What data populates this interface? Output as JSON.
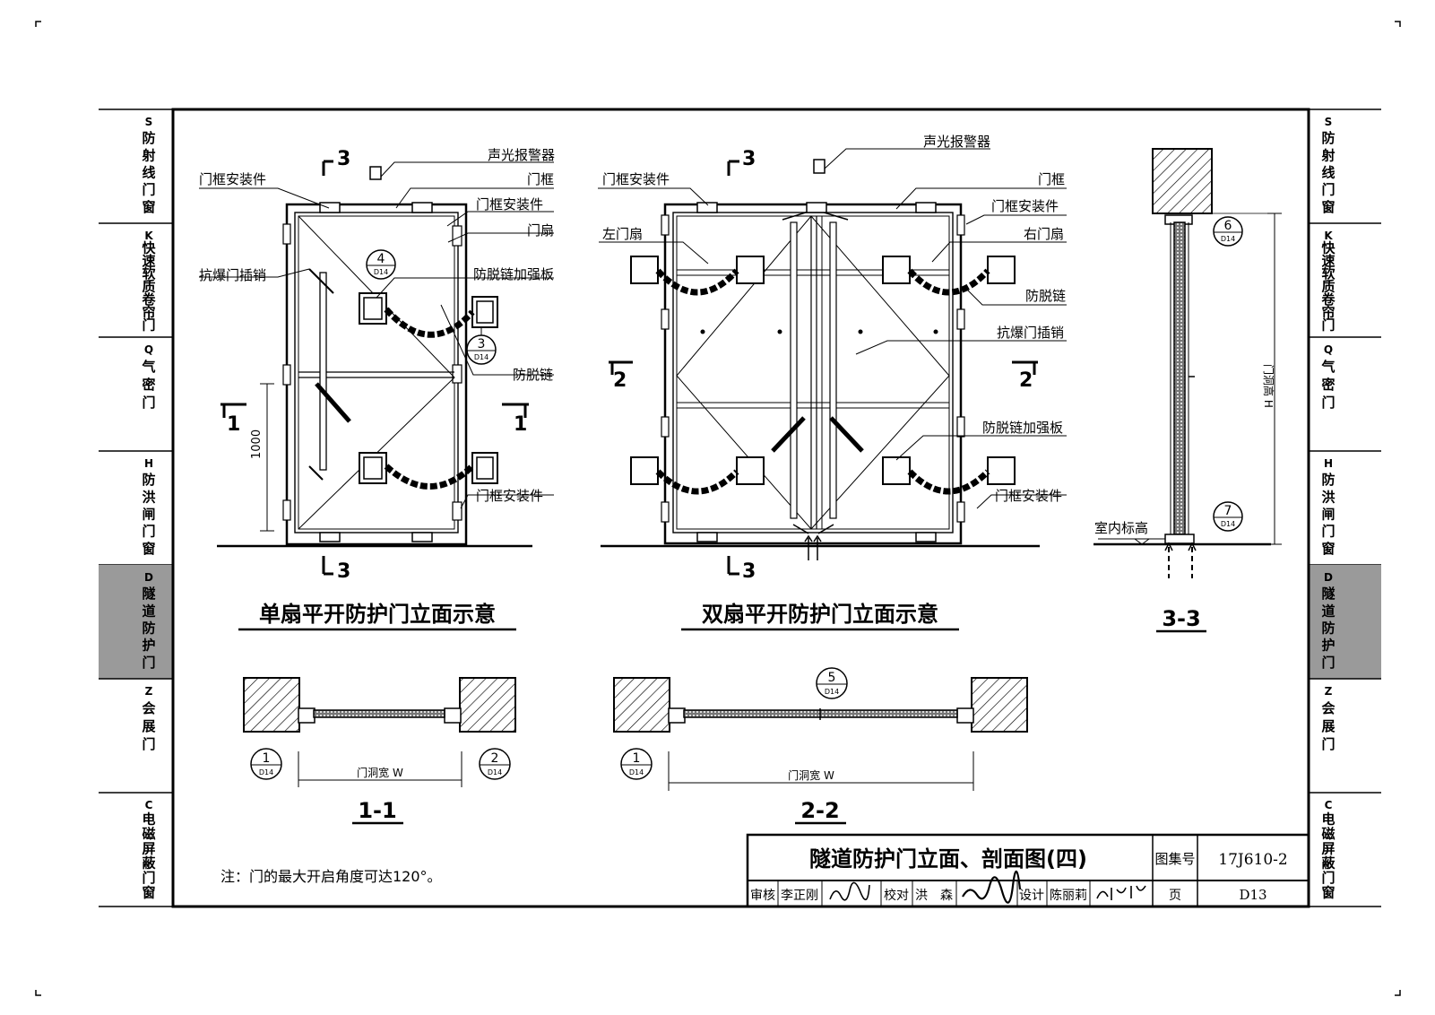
{
  "side_tabs": [
    {
      "code": "S",
      "label": "防射线门窗"
    },
    {
      "code": "K",
      "label": "快速软质卷帘门"
    },
    {
      "code": "Q",
      "label": "气密门"
    },
    {
      "code": "H",
      "label": "防洪闸门窗"
    },
    {
      "code": "D",
      "label": "隧道防护门",
      "active": true
    },
    {
      "code": "Z",
      "label": "会展门"
    },
    {
      "code": "C",
      "label": "电磁屏蔽门窗"
    }
  ],
  "single_door": {
    "title": "单扇平开防护门立面示意",
    "labels": {
      "alarm": "声光报警器",
      "frame": "门框",
      "frame_fitting": "门框安装件",
      "leaf": "门扇",
      "bolt": "抗爆门插销",
      "plate": "防脱链加强板",
      "chain": "防脱链",
      "dim_1000": "1000"
    },
    "section_marks": {
      "top": "3",
      "bottom": "3",
      "left": "1",
      "right": "1"
    },
    "details": [
      {
        "num": "4",
        "ref": "D14"
      },
      {
        "num": "3",
        "ref": "D14"
      }
    ]
  },
  "double_door": {
    "title": "双扇平开防护门立面示意",
    "labels": {
      "alarm": "声光报警器",
      "frame": "门框",
      "frame_fitting": "门框安装件",
      "left_leaf": "左门扇",
      "right_leaf": "右门扇",
      "chain": "防脱链",
      "bolt": "抗爆门插销",
      "plate": "防脱链加强板"
    },
    "section_marks": {
      "top": "3",
      "bottom": "3",
      "left": "2",
      "right": "2"
    }
  },
  "section_33": {
    "title": "3-3",
    "height_label": "门洞高 H",
    "floor_label": "室内标高",
    "details": [
      {
        "num": "6",
        "ref": "D14"
      },
      {
        "num": "7",
        "ref": "D14"
      }
    ]
  },
  "section_11": {
    "title": "1-1",
    "width_label": "门洞宽 W",
    "details": [
      {
        "num": "1",
        "ref": "D14"
      },
      {
        "num": "2",
        "ref": "D14"
      }
    ]
  },
  "section_22": {
    "title": "2-2",
    "width_label": "门洞宽 W",
    "details": [
      {
        "num": "5",
        "ref": "D14"
      },
      {
        "num": "1",
        "ref": "D14"
      }
    ]
  },
  "note": "注：门的最大开启角度可达120°。",
  "title_block": {
    "drawing_title": "隧道防护门立面、剖面图(四)",
    "atlas_label": "图集号",
    "atlas_no": "17J610-2",
    "review_label": "审核",
    "reviewer": "李正刚",
    "check_label": "校对",
    "checker": "洪　森",
    "design_label": "设计",
    "designer": "陈丽莉",
    "page_label": "页",
    "page_no": "D13"
  }
}
